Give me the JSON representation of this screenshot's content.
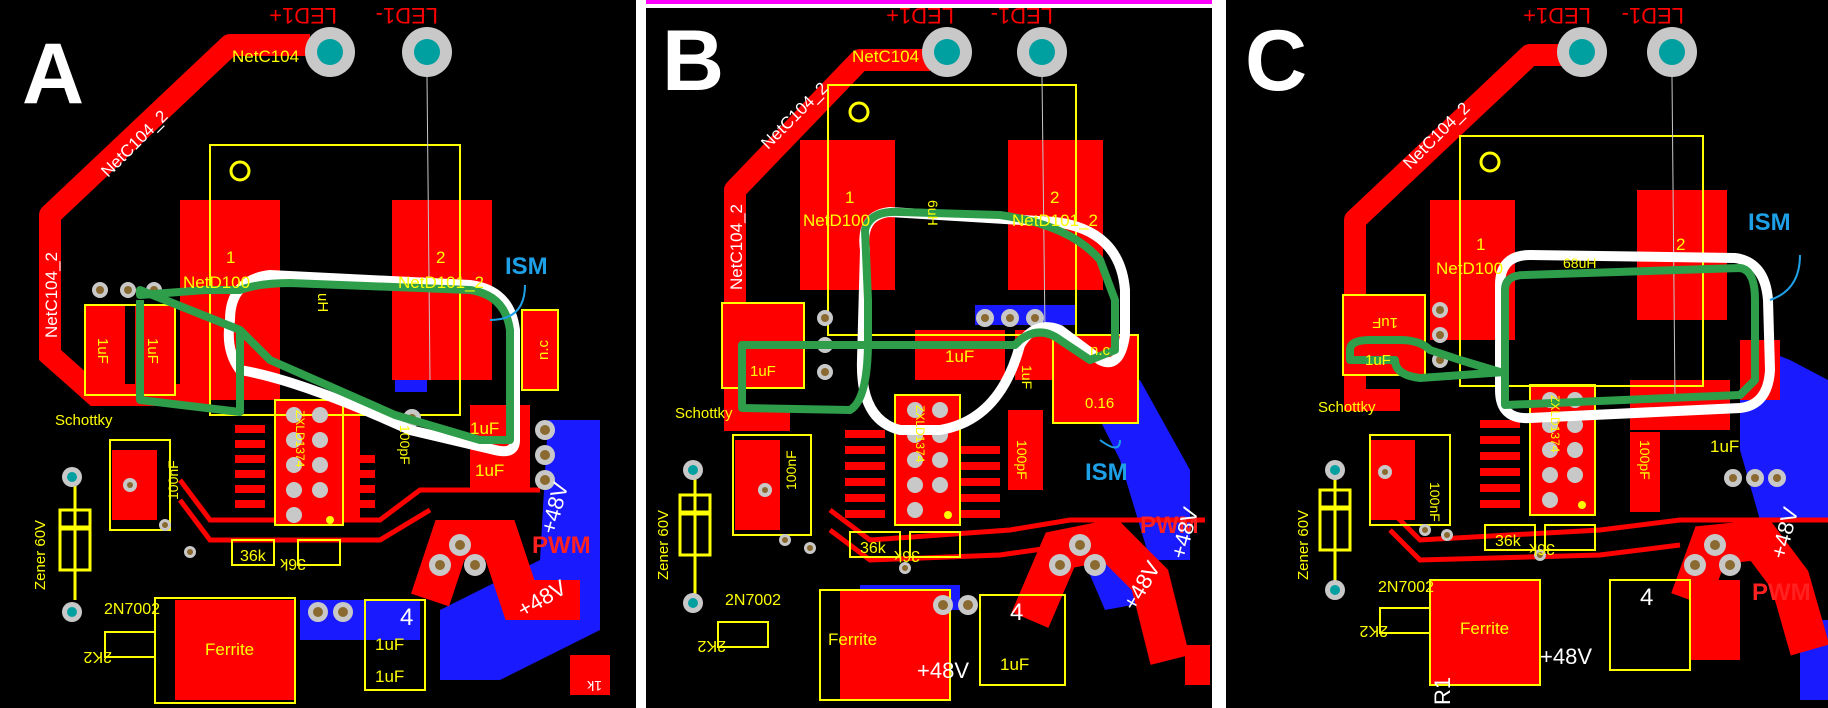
{
  "colors": {
    "background": "#000000",
    "top_copper": "#ff0000",
    "bottom_copper": "#1a1aff",
    "silkscreen": "#ffff00",
    "pad": "#c8c8c8",
    "via_hole": "#00a0a0",
    "loop_green": "#2e9e4a",
    "loop_white": "#ffffff",
    "ism_label": "#1ea0e6",
    "pwm_label": "#ff2020",
    "separator_accent": "#ff00ff"
  },
  "panels": [
    {
      "letter": "A",
      "labels": {
        "led_plus": "LED1+",
        "led_minus": "LED1-",
        "netc104": "NetC104",
        "netc104_2a": "NetC104_2",
        "netc104_2b": "NetC104_2",
        "pin1": "1",
        "pin2": "2",
        "netd100": "NetD100",
        "netd101": "NetD101_2",
        "uh": "uH",
        "ism": "ISM",
        "nc": "n.c",
        "c1uf_a": "1uF",
        "c1uf_b": "1uF",
        "c1uf_c": "1uF",
        "c1uf_d": "1uF",
        "c1uf_e": "1uF",
        "c1uf_f": "1uF",
        "schottky": "Schottky",
        "c100nf": "100nF",
        "c100pf": "100pF",
        "ic": "ZXLD1374",
        "r36k_a": "36k",
        "r36k_b": "36k",
        "pwm": "PWM",
        "v48_a": "+48V",
        "v48_b": "+48V",
        "zener": "Zener 60V",
        "mosfet": "2N7002",
        "r2k2": "2K2",
        "ferrite": "Ferrite",
        "r1k": "1k",
        "c4": "4"
      }
    },
    {
      "letter": "B",
      "labels": {
        "led_plus": "LED1+",
        "led_minus": "LED1-",
        "netc104": "NetC104",
        "netc104_2a": "NetC104_2",
        "netc104_2b": "NetC104_2",
        "pin1": "1",
        "pin2": "2",
        "netd100": "NetD100",
        "netd101": "NetD101_2",
        "uh": "6uH",
        "ism": "ISM",
        "nc": "n.c",
        "r016": "0.16",
        "c1uf_a": "1uF",
        "c1uf_b": "1uF",
        "c1uf_c": "1uF",
        "c1uf_d": "1uF",
        "schottky": "Schottky",
        "c100nf": "100nF",
        "c100pf": "100pF",
        "ic": "ZXLD1374",
        "r36k_a": "36k",
        "r36k_b": "36k",
        "pwm": "PWM",
        "v48_a": "+48V",
        "v48_b": "+48V",
        "v48_c": "+48V",
        "zener": "Zener 60V",
        "mosfet": "2N7002",
        "r2k2": "2K2",
        "ferrite": "Ferrite",
        "c4": "4"
      }
    },
    {
      "letter": "C",
      "labels": {
        "led_plus": "LED1+",
        "led_minus": "LED1-",
        "netc104_2": "NetC104_2",
        "pin1": "1",
        "pin2": "2",
        "netd100": "NetD100",
        "uh": "68uH",
        "ism": "ISM",
        "c1uf_a": "1uF",
        "c1uf_b": "1uF",
        "c1uf_c": "1uF",
        "schottky": "Schottky",
        "c100nf": "100nF",
        "c100pf": "100pF",
        "ic": "ZXLD1374",
        "r36k_a": "36k",
        "r36k_b": "36k",
        "pwm": "PWM",
        "v48_a": "+48V",
        "v48_b": "+48V",
        "zener": "Zener 60V",
        "mosfet": "2N7002",
        "r2k2": "2K2",
        "ferrite": "Ferrite",
        "c4": "4",
        "r1": "R1"
      }
    }
  ]
}
